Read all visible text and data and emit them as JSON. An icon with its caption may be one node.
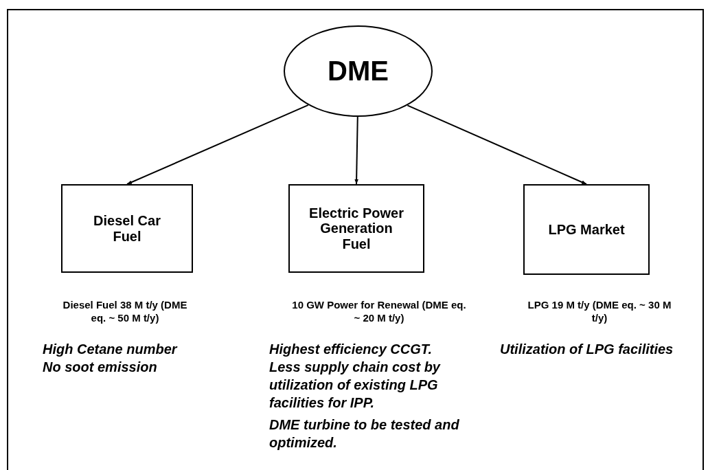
{
  "diagram": {
    "nodes": [
      {
        "text": [
          "DME"
        ]
      },
      {
        "text": [
          "Diesel Car Fuel"
        ],
        "beside": [
          "Diesel Fuel 38 M t/y (DME eq. ~ 50 M t/y)",
          "High Cetane number",
          "No soot emission"
        ]
      },
      {
        "text": [
          "Electric Power Generation Fuel"
        ],
        "beside": [
          "10 GW Power for Renewal (DME eq. ~ 20 M t/y)",
          "Highest efficiency CCGT.",
          "Less supply chain cost by utilization of existing LPG facilities for IPP.",
          "DME turbine to be tested and optimized."
        ]
      },
      {
        "text": [
          "LPG Market"
        ],
        "beside": [
          "LPG 19 M t/y (DME eq. ~ 30 M t/y)",
          "Utilization of LPG facilities"
        ]
      }
    ],
    "edges": [
      {
        "from": 0,
        "to": 1,
        "arrow": "to"
      },
      {
        "from": 0,
        "to": 2,
        "arrow": "to"
      },
      {
        "from": 0,
        "to": 3,
        "arrow": "to"
      }
    ]
  }
}
